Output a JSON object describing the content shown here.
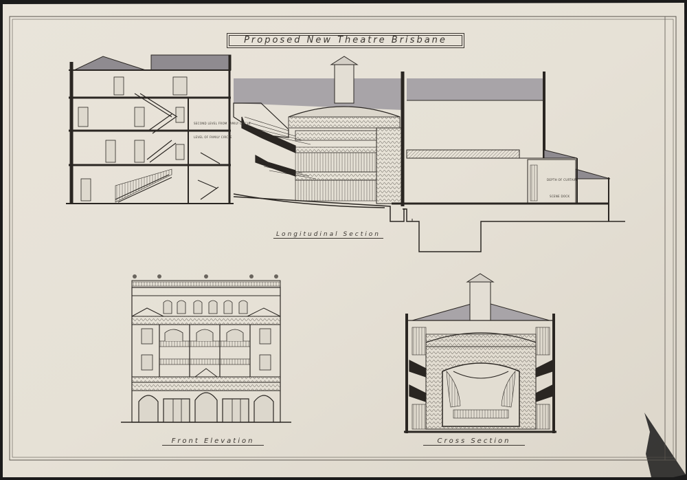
{
  "drawing": {
    "title": "Proposed New Theatre Brisbane",
    "views": {
      "longitudinal_section": "Longitudinal Section",
      "front_elevation": "Front Elevation",
      "cross_section": "Cross Section"
    },
    "notes": {
      "note_1": "SECOND LEVEL FROM FAMILY CIRCLE",
      "note_2": "LEVEL OF FAMILY CIRCLE",
      "note_3": "DEPTH OF CURTAIN",
      "note_4": "SCENE DOCK"
    }
  },
  "colors": {
    "paper": "#e7e2d8",
    "ink": "#2a2622",
    "roof_wash": "#a8a4a8",
    "background": "#1b1b1b"
  }
}
